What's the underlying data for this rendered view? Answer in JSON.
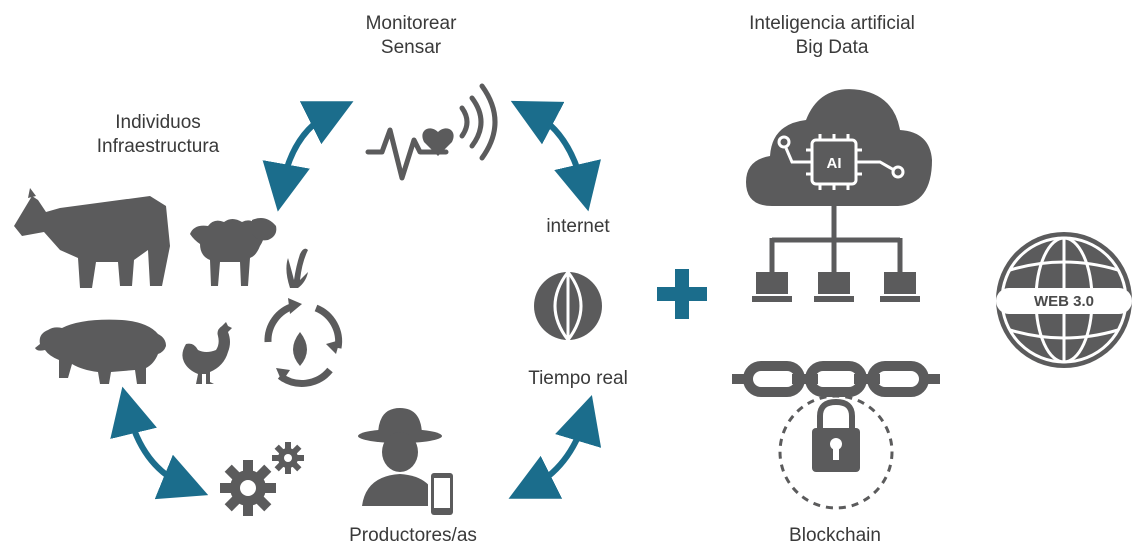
{
  "labels": {
    "monitor_line1": "Monitorear",
    "monitor_line2": "Sensar",
    "individuals_line1": "Individuos",
    "individuals_line2": "Infraestructura",
    "internet": "internet",
    "realtime": "Tiempo real",
    "producers": "Productores/as",
    "ai_line1": "Inteligencia artificial",
    "ai_line2": "Big Data",
    "blockchain": "Blockchain",
    "ai_chip": "AI",
    "web3": "WEB 3.0"
  },
  "colors": {
    "icon": "#5b5b5c",
    "arrow": "#1b6d8c",
    "plus": "#1b6d8c",
    "text": "#3a3a3a"
  },
  "icons": [
    "heartbeat-sensor-icon",
    "cow-icon",
    "sheep-icon",
    "pig-icon",
    "chicken-icon",
    "grass-icon",
    "recycle-leaf-icon",
    "gears-icon",
    "farmer-phone-icon",
    "globe-icon",
    "ai-cloud-icon",
    "network-tree-icon",
    "chain-lock-icon",
    "web3-globe-icon"
  ]
}
